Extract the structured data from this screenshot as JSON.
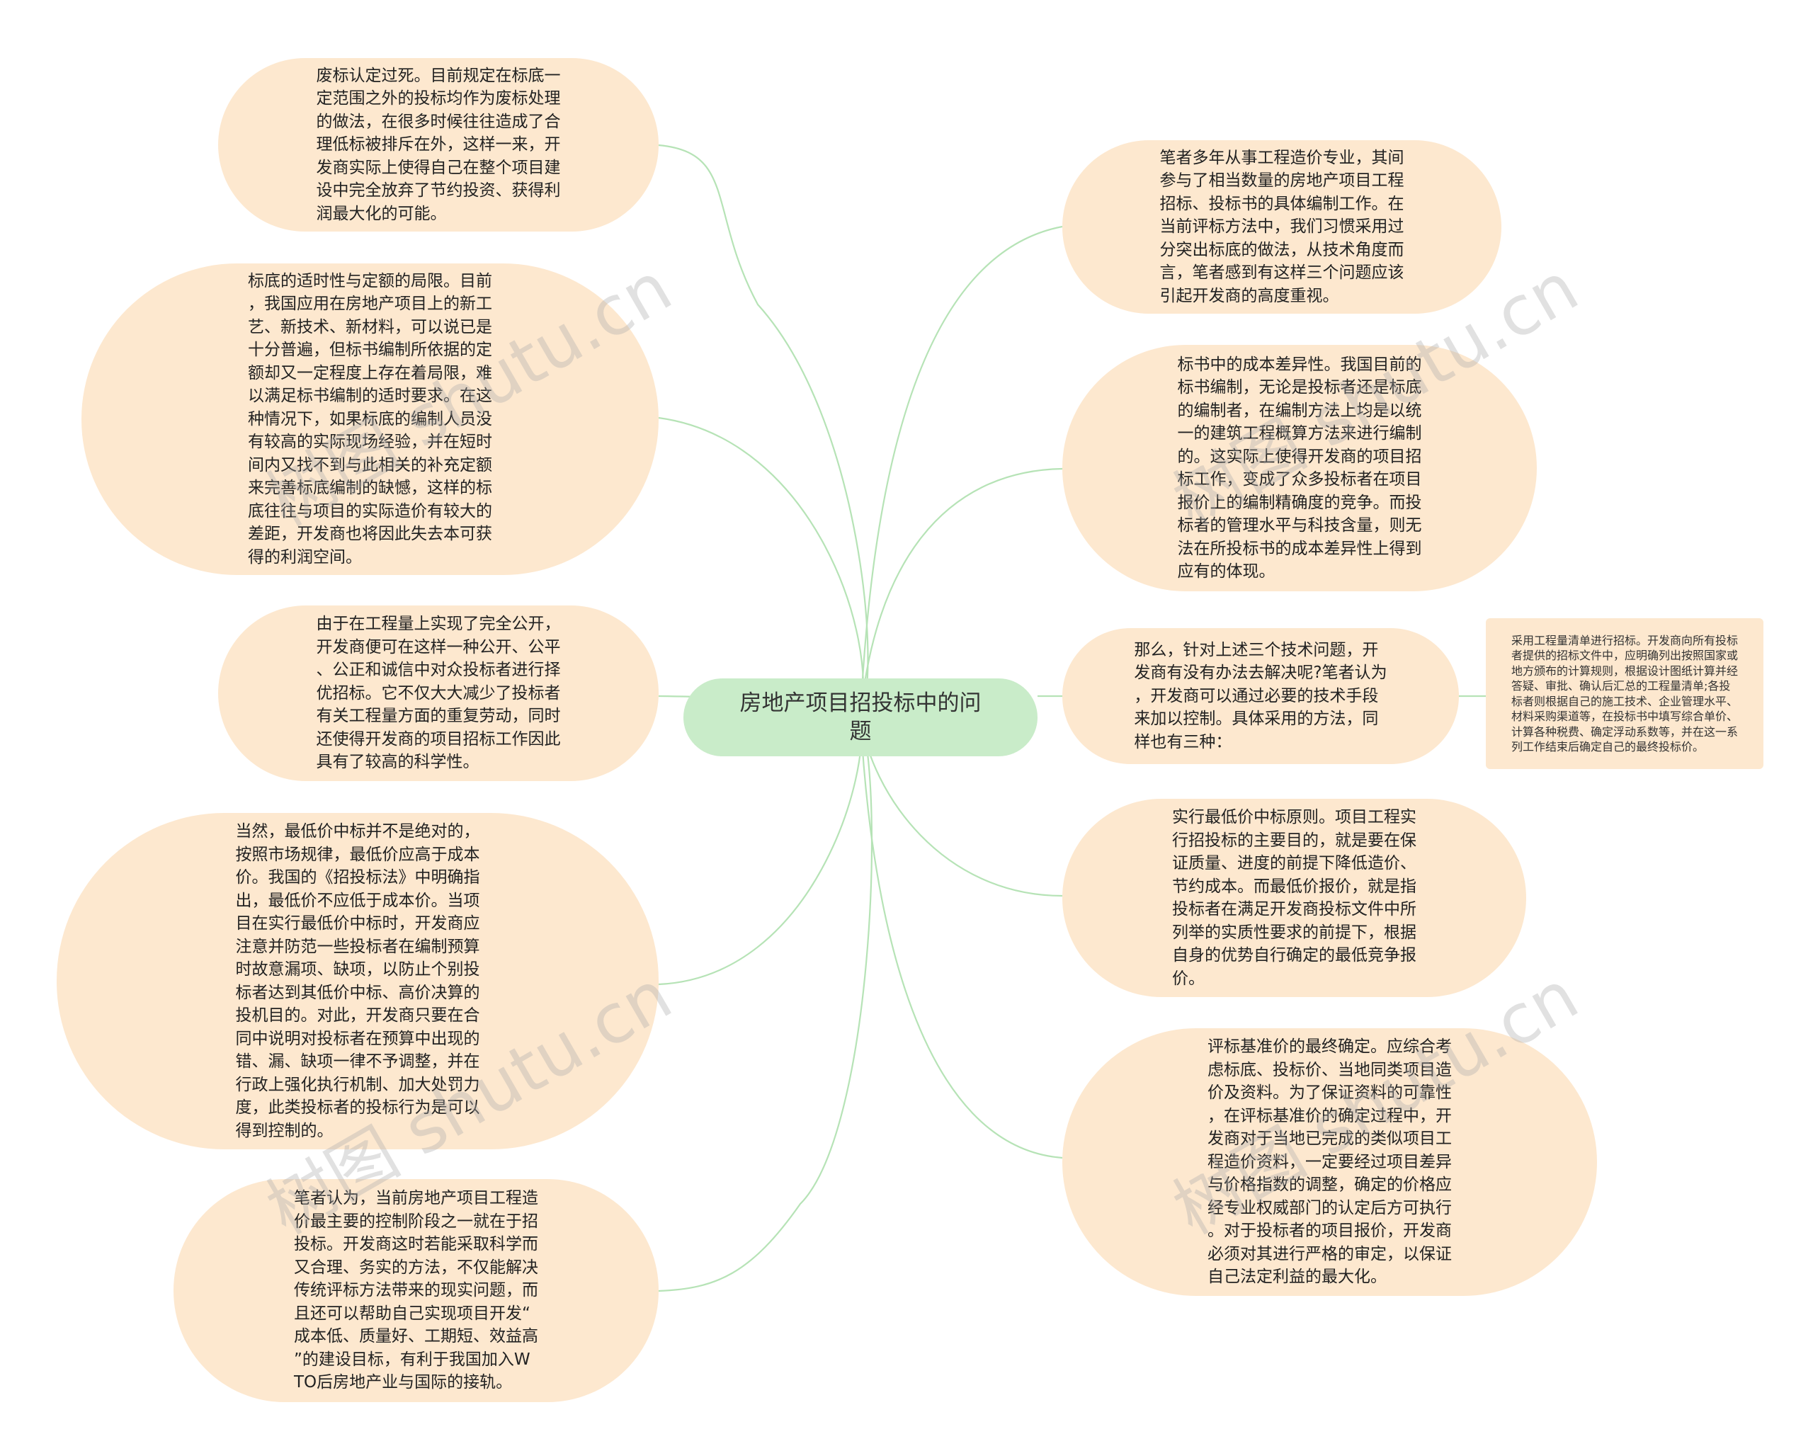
{
  "center": {
    "text": "房地产项目招投标中的问\n题"
  },
  "left_nodes": [
    {
      "text": "废标认定过死。目前规定在标底一\n定范围之外的投标均作为废标处理\n的做法，在很多时候往往造成了合\n理低标被排斥在外，这样一来，开\n发商实际上使得自己在整个项目建\n设中完全放弃了节约投资、获得利\n润最大化的可能。"
    },
    {
      "text": "标底的适时性与定额的局限。目前\n，我国应用在房地产项目上的新工\n艺、新技术、新材料，可以说已是\n十分普遍，但标书编制所依据的定\n额却又一定程度上存在着局限，难\n以满足标书编制的适时要求。在这\n种情况下，如果标底的编制人员没\n有较高的实际现场经验，并在短时\n间内又找不到与此相关的补充定额\n来完善标底编制的缺憾，这样的标\n底往往与项目的实际造价有较大的\n差距，开发商也将因此失去本可获\n得的利润空间。"
    },
    {
      "text": "由于在工程量上实现了完全公开，\n开发商便可在这样一种公开、公平\n、公正和诚信中对众投标者进行择\n优招标。它不仅大大减少了投标者\n有关工程量方面的重复劳动，同时\n还使得开发商的项目招标工作因此\n具有了较高的科学性。"
    },
    {
      "text": "当然，最低价中标并不是绝对的，\n按照市场规律，最低价应高于成本\n价。我国的《招投标法》中明确指\n出，最低价不应低于成本价。当项\n目在实行最低价中标时，开发商应\n注意并防范一些投标者在编制预算\n时故意漏项、缺项，以防止个别投\n标者达到其低价中标、高价决算的\n投机目的。对此，开发商只要在合\n同中说明对投标者在预算中出现的\n错、漏、缺项一律不予调整，并在\n行政上强化执行机制、加大处罚力\n度，此类投标者的投标行为是可以\n得到控制的。"
    },
    {
      "text": "笔者认为，当前房地产项目工程造\n价最主要的控制阶段之一就在于招\n投标。开发商这时若能采取科学而\n又合理、务实的方法，不仅能解决\n传统评标方法带来的现实问题，而\n且还可以帮助自己实现项目开发“\n成本低、质量好、工期短、效益高\n”的建设目标，有利于我国加入W\nTO后房地产业与国际的接轨。"
    }
  ],
  "right_nodes": [
    {
      "text": "笔者多年从事工程造价专业，其间\n参与了相当数量的房地产项目工程\n招标、投标书的具体编制工作。在\n当前评标方法中，我们习惯采用过\n分突出标底的做法，从技术角度而\n言，笔者感到有这样三个问题应该\n引起开发商的高度重视。"
    },
    {
      "text": "标书中的成本差异性。我国目前的\n标书编制，无论是投标者还是标底\n的编制者，在编制方法上均是以统\n一的建筑工程概算方法来进行编制\n的。这实际上使得开发商的项目招\n标工作，变成了众多投标者在项目\n报价上的编制精确度的竞争。而投\n标者的管理水平与科技含量，则无\n法在所投标书的成本差异性上得到\n应有的体现。"
    },
    {
      "text": "那么，针对上述三个技术问题，开\n发商有没有办法去解决呢?笔者认为\n，开发商可以通过必要的技术手段\n来加以控制。具体采用的方法，同\n样也有三种："
    },
    {
      "text": "实行最低价中标原则。项目工程实\n行招投标的主要目的，就是要在保\n证质量、进度的前提下降低造价、\n节约成本。而最低价报价，就是指\n投标者在满足开发商投标文件中所\n列举的实质性要求的前提下，根据\n自身的优势自行确定的最低竞争报\n价。"
    },
    {
      "text": "评标基准价的最终确定。应综合考\n虑标底、投标价、当地同类项目造\n价及资料。为了保证资料的可靠性\n，在评标基准价的确定过程中，开\n发商对于当地已完成的类似项目工\n程造价资料，一定要经过项目差异\n与价格指数的调整，确定的价格应\n经专业权威部门的认定后方可执行\n。对于投标者的项目报价，开发商\n必须对其进行严格的审定，以保证\n自己法定利益的最大化。"
    }
  ],
  "side_note": {
    "text": "采用工程量清单进行招标。开发商向所有投标\n者提供的招标文件中，应明确列出按照国家或\n地方颁布的计算规则，根据设计图纸计算并经\n答疑、审批、确认后汇总的工程量清单;各投\n标者则根据自己的施工技术、企业管理水平、\n材料采购渠道等，在投标书中填写综合单价、\n计算各种税费、确定浮动系数等，并在这一系\n列工作结束后确定自己的最终投标价。"
  },
  "watermark": {
    "text": "树图 shutu.cn"
  },
  "colors": {
    "connector": "#b6e3b6",
    "node_fill": "#fde8cf",
    "center_fill": "#c9ecc9"
  }
}
